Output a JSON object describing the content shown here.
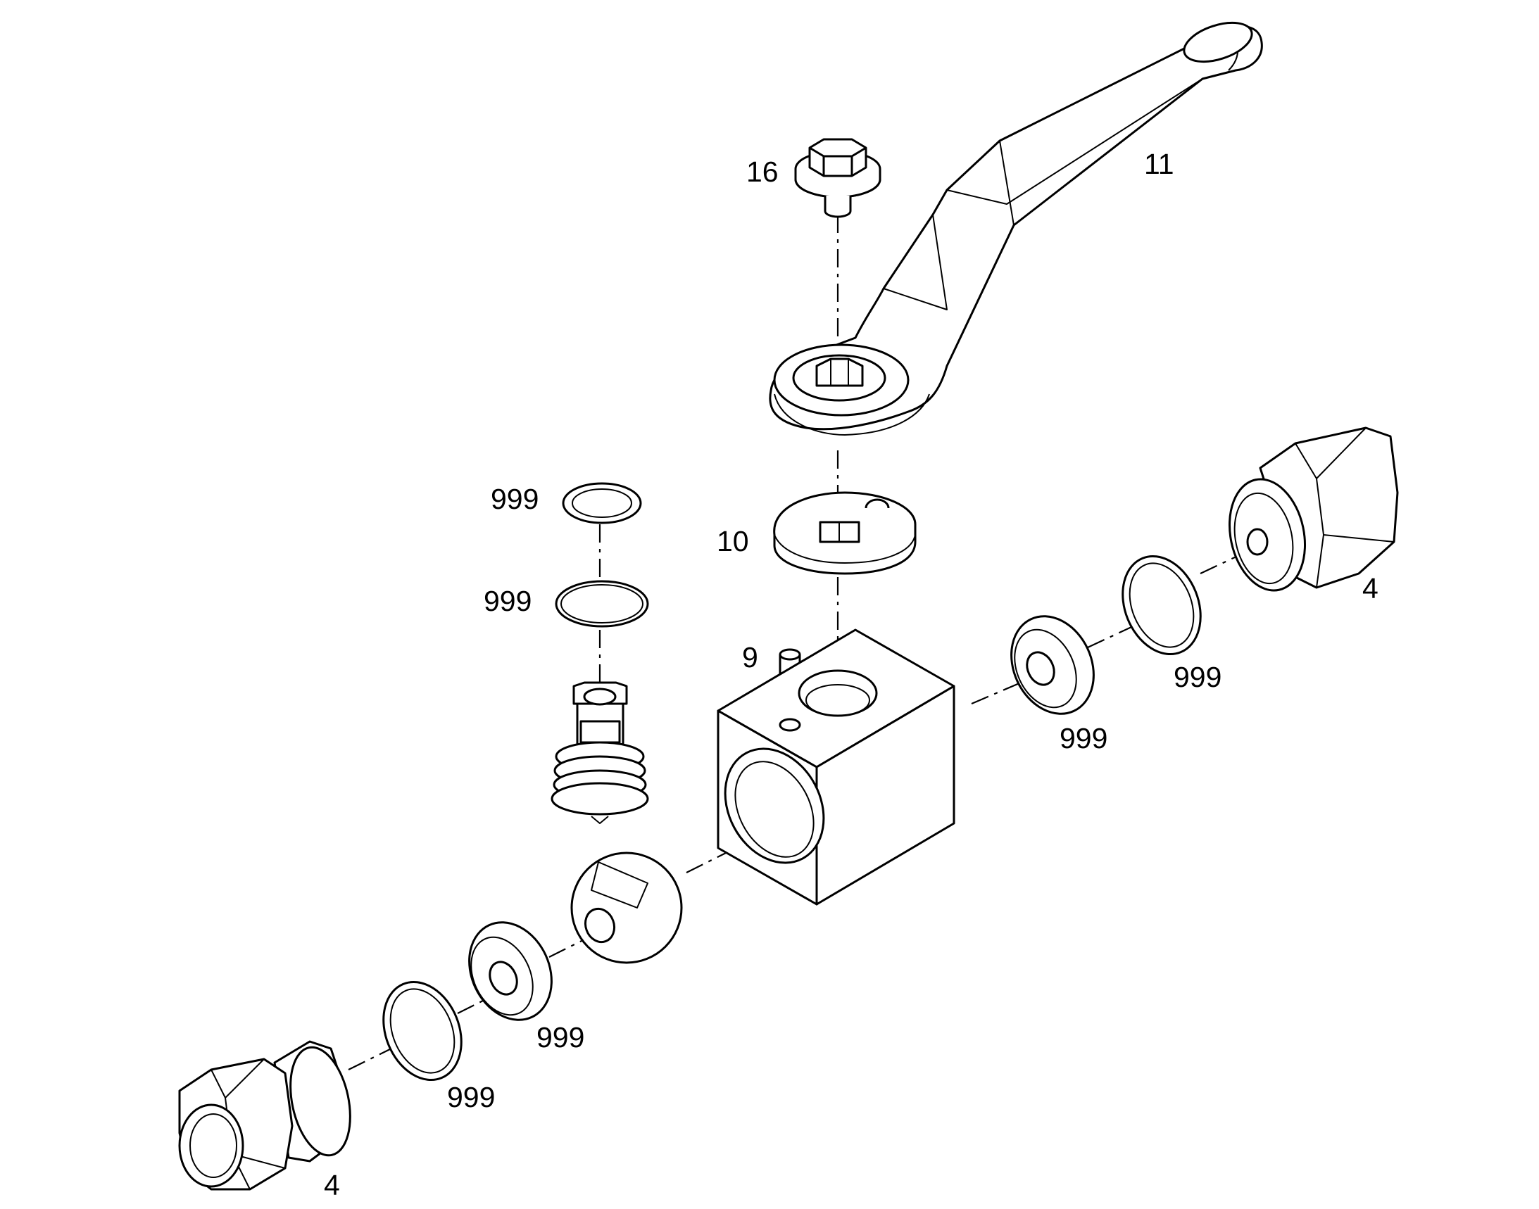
{
  "labels": {
    "screw": "16",
    "handle": "11",
    "stop_plate": "10",
    "pin": "9",
    "ring_top": "999",
    "ring_second": "999",
    "seat_right": "999",
    "ring_right": "999",
    "seat_left": "999",
    "ring_left": "999",
    "fitting_right": "4",
    "fitting_left": "4"
  }
}
